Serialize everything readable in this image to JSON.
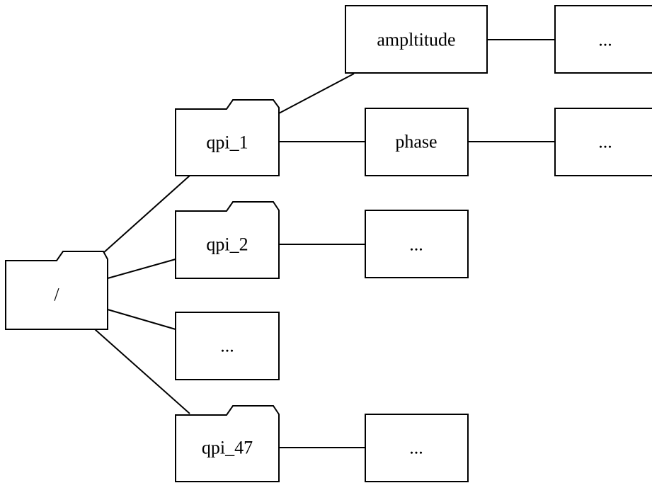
{
  "diagram": {
    "nodes": {
      "root": {
        "label": "/",
        "kind": "folder"
      },
      "qpi_1": {
        "label": "qpi_1",
        "kind": "folder"
      },
      "qpi_2": {
        "label": "qpi_2",
        "kind": "folder"
      },
      "ellipsis_group": {
        "label": "...",
        "kind": "box"
      },
      "qpi_47": {
        "label": "qpi_47",
        "kind": "folder"
      },
      "amplitude": {
        "label": "ampltitude",
        "kind": "box"
      },
      "phase": {
        "label": "phase",
        "kind": "box"
      },
      "amplitude_child": {
        "label": "...",
        "kind": "box"
      },
      "phase_child": {
        "label": "...",
        "kind": "box"
      },
      "qpi_2_child": {
        "label": "...",
        "kind": "box"
      },
      "qpi_47_child": {
        "label": "...",
        "kind": "box"
      }
    }
  }
}
